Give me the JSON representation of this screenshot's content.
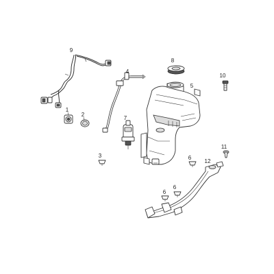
{
  "diagram": {
    "callouts": {
      "c1": "1",
      "c2": "2",
      "c3": "3",
      "c4": "4",
      "c5": "5",
      "c6a": "6",
      "c6b": "6",
      "c6c": "6",
      "c7": "7",
      "c8": "8",
      "c9": "9",
      "c10": "10",
      "c11": "11",
      "c12": "12"
    }
  }
}
